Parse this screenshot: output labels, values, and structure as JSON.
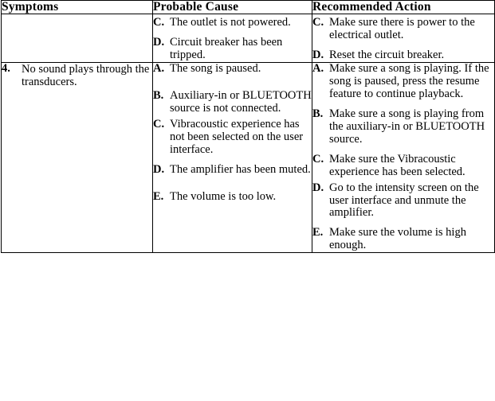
{
  "table": {
    "headers": {
      "symptoms": "Symptoms",
      "probable_cause": "Probable Cause",
      "recommended_action": "Recommended Action"
    },
    "rows": [
      {
        "symptom": {
          "number": "",
          "text": ""
        },
        "causes": [
          {
            "marker": "C.",
            "text": "The outlet is not powered."
          },
          {
            "marker": "D.",
            "text": "Circuit breaker has been tripped."
          }
        ],
        "actions": [
          {
            "marker": "C.",
            "text": "Make sure there is power to the electrical outlet."
          },
          {
            "marker": "D.",
            "text": "Reset the circuit breaker."
          }
        ]
      },
      {
        "symptom": {
          "number": "4.",
          "text": "No sound plays through the transducers."
        },
        "causes": [
          {
            "marker": "A.",
            "text": "The song is paused."
          },
          {
            "marker": "B.",
            "text": "Auxiliary-in or BLUETOOTH source is not connected."
          },
          {
            "marker": "C.",
            "text": "Vibracoustic experience has not been selected on the user interface."
          },
          {
            "marker": "D.",
            "text": "The amplifier has been muted."
          },
          {
            "marker": "E.",
            "text": "The volume is too low."
          }
        ],
        "actions": [
          {
            "marker": "A.",
            "text": "Make sure a song is playing. If the song is paused, press the resume feature to continue playback."
          },
          {
            "marker": "B.",
            "text": "Make sure a song is playing from the auxiliary-in or BLUETOOTH source."
          },
          {
            "marker": "C.",
            "text": "Make sure the Vibracoustic experience has been selected."
          },
          {
            "marker": "D.",
            "text": "Go to the intensity screen on the user interface and unmute the amplifier."
          },
          {
            "marker": "E.",
            "text": "Make sure the volume is high enough."
          }
        ]
      }
    ]
  }
}
